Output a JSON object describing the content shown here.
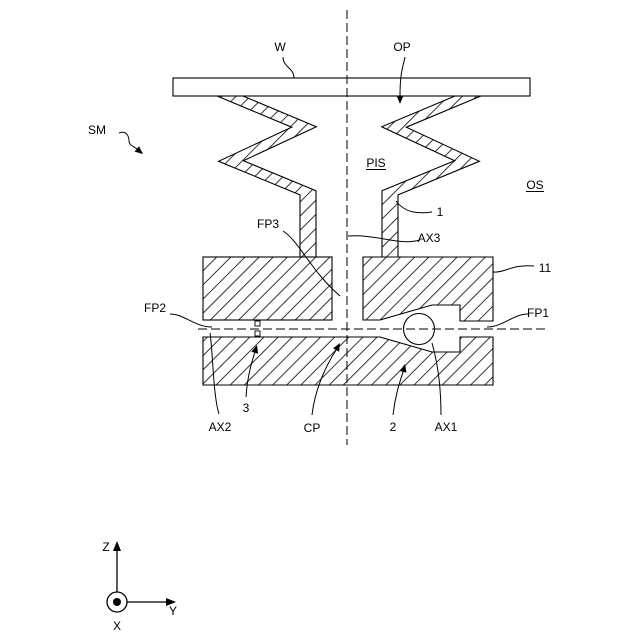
{
  "labels": {
    "w": "W",
    "op": "OP",
    "sm": "SM",
    "pis": "PIS",
    "os": "OS",
    "ref_1": "1",
    "fp3": "FP3",
    "ax3": "AX3",
    "ref_11": "11",
    "fp2": "FP2",
    "fp1": "FP1",
    "ax2": "AX2",
    "ref_3": "3",
    "cp": "CP",
    "ref_2": "2",
    "ax1": "AX1"
  },
  "coordinate_axes": {
    "z": "Z",
    "y": "Y",
    "x": "X"
  }
}
